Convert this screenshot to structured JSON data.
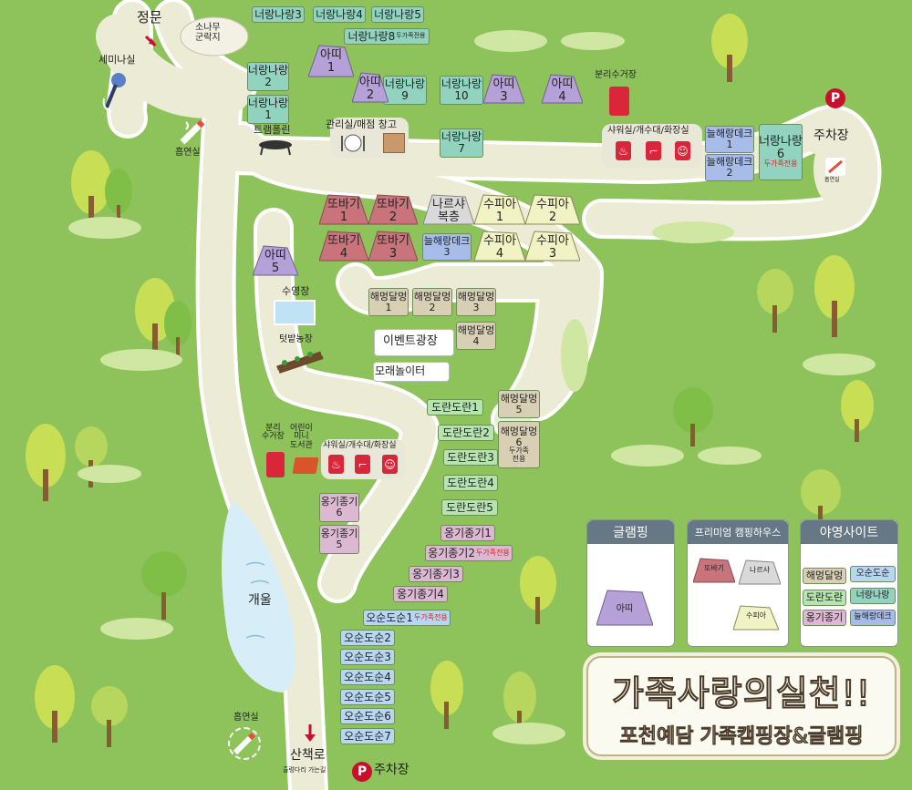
{
  "entrances": {
    "main_gate": "정문",
    "walk_path": "산책로",
    "walk_path_note": "출렁다리 가는길"
  },
  "parking": {
    "label_right": "주차장",
    "label_bottom": "주차장",
    "symbol": "P"
  },
  "facilities": {
    "seminar": "세미나실",
    "smoking_top": "흡연실",
    "smoking_right": "흡연실",
    "smoking_bottom": "흡연실",
    "pine_stage": "소나무\n군락지",
    "trampoline": "트램폴린",
    "office": "관리실/매점 창고",
    "recycle_top": "분리수거장",
    "recycle_mid": "분리\n수거장",
    "kids_library": "어린이\n미니\n도서관",
    "shower_top": "샤워실/개수대/화장실",
    "shower_mid": "샤워실/개수대/화장실",
    "pool": "수영장",
    "garden": "텃밭농장",
    "event_plaza": "이벤트광장",
    "sand_play": "모래놀이터",
    "pond": "개울"
  },
  "sites": {
    "neul": [
      "너랑나랑3",
      "너랑나랑4",
      "너랑나랑5",
      "너랑나랑8",
      "너랑나랑\n2",
      "너랑나랑\n1",
      "너랑나랑\n9",
      "너랑나랑\n10",
      "너랑나랑\n7",
      "너랑나랑\n6"
    ],
    "neul8_note": "두가족전용",
    "neul6_note": "두가족전용",
    "deck": [
      "늘해랑데크\n1",
      "늘해랑데크\n2",
      "늘해랑데크\n3"
    ],
    "haemeong": [
      "해멍달멍\n1",
      "해멍달멍\n2",
      "해멍달멍\n3",
      "해멍달멍\n4",
      "해멍달멍\n5",
      "해멍달멍\n6"
    ],
    "haemeong6_note": "두가족\n전용",
    "doran": [
      "도란도란1",
      "도란도란2",
      "도란도란3",
      "도란도란4",
      "도란도란5"
    ],
    "ong": [
      "옹기종기\n6",
      "옹기종기\n5",
      "옹기종기1",
      "옹기종기2",
      "옹기종기3",
      "옹기종기4"
    ],
    "ong2_note": "두가족전용",
    "ohsun": [
      "오순도순1",
      "오순도순2",
      "오순도순3",
      "오순도순4",
      "오순도순5",
      "오순도순6",
      "오순도순7"
    ],
    "ohsun1_note": "두가족전용",
    "tents_api": [
      "아띠\n1",
      "아띠\n2",
      "아띠\n3",
      "아띠\n4",
      "아띠\n5"
    ],
    "tents_premium": [
      "또바기\n1",
      "또바기\n2",
      "또바기\n4",
      "또바기\n3",
      "나르샤\n복층",
      "수피아\n1",
      "수피아\n2",
      "수피아\n4",
      "수피아\n3"
    ]
  },
  "legend": {
    "glamping_title": "글램핑",
    "glamping_item": "아띠",
    "premium_title": "프리미엄 캠핑하우스",
    "premium_items": [
      "또바기",
      "나르샤",
      "수피아"
    ],
    "camp_title": "야영사이트",
    "camp_items": [
      "해멍달멍",
      "오순도순",
      "도란도란",
      "너랑나랑",
      "옹기종기",
      "늘해랑데크"
    ]
  },
  "banner": {
    "line1": "가족사랑의실천!!",
    "line2": "포천예담 가족캠핑장&글램핑"
  },
  "colors": {
    "grass": "#8dc35a",
    "road": "#ecebd6",
    "neul": "#92d3c0",
    "ohsun": "#b6d6f1",
    "ong": "#ddb8d2",
    "haemeong": "#d8cfb5",
    "doran": "#b6e4b0",
    "tobagi": "#c9737b",
    "narsha": "#d9d9d9",
    "supia": "#f1f3c5",
    "api": "#b6a0d8"
  }
}
